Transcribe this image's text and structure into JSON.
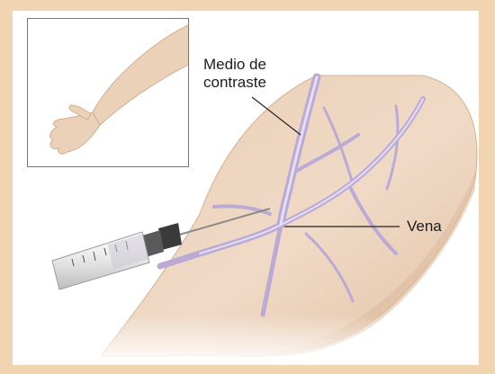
{
  "labels": {
    "contrast_line1": "Medio de",
    "contrast_line2": "contraste",
    "vein": "Vena"
  },
  "colors": {
    "background": "#f1d5b1",
    "skin": "#ecd2ba",
    "skin_shadow": "#d9b79a",
    "vein": "#bfaed9",
    "vein_highlight": "#e4dcf2",
    "syringe_barrel": "#eeeeee",
    "needle_hub": "#333333"
  }
}
